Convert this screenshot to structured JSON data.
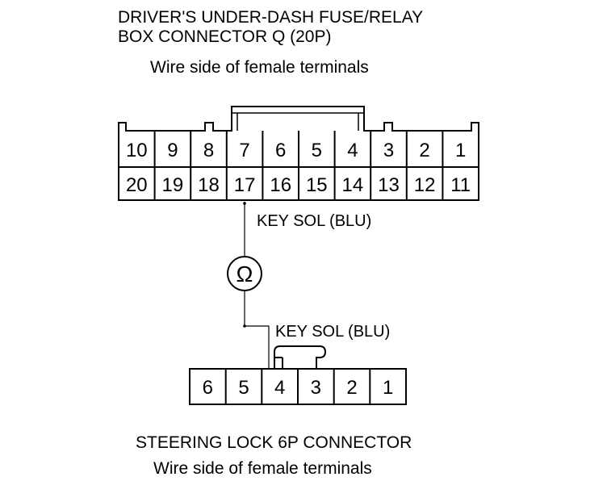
{
  "connector_q": {
    "title_line1": "DRIVER'S UNDER-DASH FUSE/RELAY",
    "title_line2": "BOX CONNECTOR Q (20P)",
    "subtitle": "Wire side of female terminals",
    "top_row": [
      "10",
      "9",
      "8",
      "7",
      "6",
      "5",
      "4",
      "3",
      "2",
      "1"
    ],
    "bottom_row": [
      "20",
      "19",
      "18",
      "17",
      "16",
      "15",
      "14",
      "13",
      "12",
      "11"
    ]
  },
  "wire": {
    "label_upper": "KEY SOL (BLU)",
    "meter_symbol": "Ω",
    "label_lower": "KEY SOL (BLU)"
  },
  "connector_6p": {
    "pins": [
      "6",
      "5",
      "4",
      "3",
      "2",
      "1"
    ],
    "title": "STEERING LOCK 6P CONNECTOR",
    "subtitle": "Wire side of female terminals"
  }
}
